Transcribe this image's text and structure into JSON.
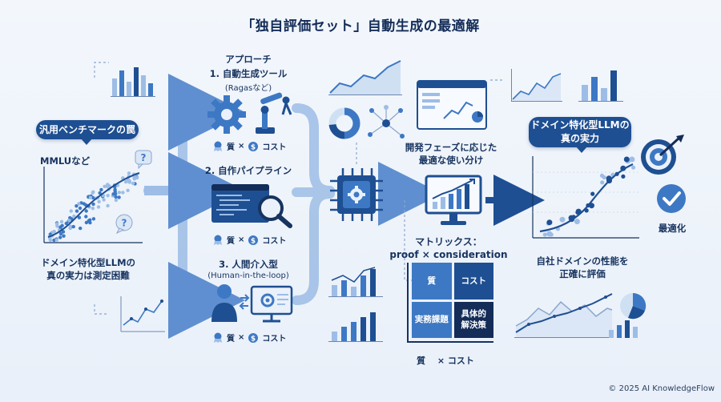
{
  "title": "「独自評価セット」自動生成の最適解",
  "left": {
    "pill": "汎用ベンチマークの罠",
    "mmlu": "MMLUなど",
    "caption_line1": "ドメイン特化型LLMの",
    "caption_line2": "真の実力は測定困難"
  },
  "approach": {
    "heading": "アプローチ",
    "items": [
      {
        "title": "1. 自動生成ツール",
        "sub": "(Ragasなど)",
        "quality": "質",
        "times": "×",
        "cost": "コスト"
      },
      {
        "title": "2. 自作パイプライン",
        "sub": "",
        "quality": "質",
        "times": "×",
        "cost": "コスト"
      },
      {
        "title": "3. 人間介入型",
        "sub": "(Human-in-the-loop)",
        "quality": "質",
        "times": "×",
        "cost": "コスト"
      }
    ]
  },
  "center": {
    "phase_line1": "開発フェーズに応じた",
    "phase_line2": "最適な使い分け",
    "matrix_line1": "マトリックス：",
    "matrix_line2": "proof × consideration",
    "matrix": {
      "tl": "質",
      "tr": "コスト",
      "bl": "実務課題",
      "br_line1": "具体的",
      "br_line2": "解決策"
    },
    "matrix_axis": "質　 × コスト"
  },
  "right": {
    "pill_line1": "ドメイン特化型LLMの",
    "pill_line2": "真の実力",
    "optimize": "最適化",
    "caption_line1": "自社ドメインの性能を",
    "caption_line2": "正確に評価"
  },
  "copyright": "© 2025 AI KnowledgeFlow",
  "colors": {
    "navy": "#1e4f92",
    "blue": "#3d78c4",
    "light": "#9dbde6",
    "pale": "#cfe0f3",
    "dark": "#132c58"
  }
}
